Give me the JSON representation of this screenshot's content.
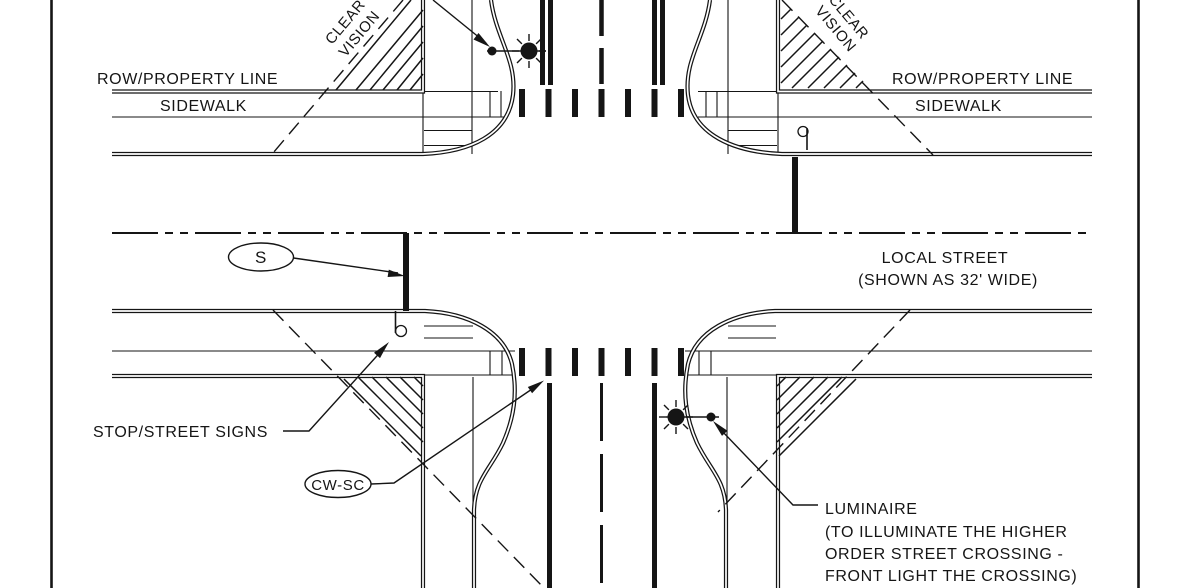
{
  "drawing": {
    "type": "intersection-plan-standard-detail",
    "labels": {
      "row_property_line": "ROW/PROPERTY LINE",
      "sidewalk": "SIDEWALK",
      "clear_vision_word1": "CLEAR",
      "clear_vision_word2": "VISION",
      "local_street_name": "LOCAL STREET",
      "local_street_note": "(SHOWN AS 32' WIDE)",
      "stop_street_signs": "STOP/STREET SIGNS",
      "stop_bar_symbol": "S",
      "crosswalk_symbol": "CW-SC",
      "luminaire_title": "LUMINAIRE",
      "luminaire_note_line1": "(TO ILLUMINATE THE HIGHER",
      "luminaire_note_line2": "ORDER STREET CROSSING -",
      "luminaire_note_line3": "FRONT LIGHT THE CROSSING)"
    },
    "colors": {
      "ink": "#151515",
      "background": "#ffffff"
    }
  }
}
